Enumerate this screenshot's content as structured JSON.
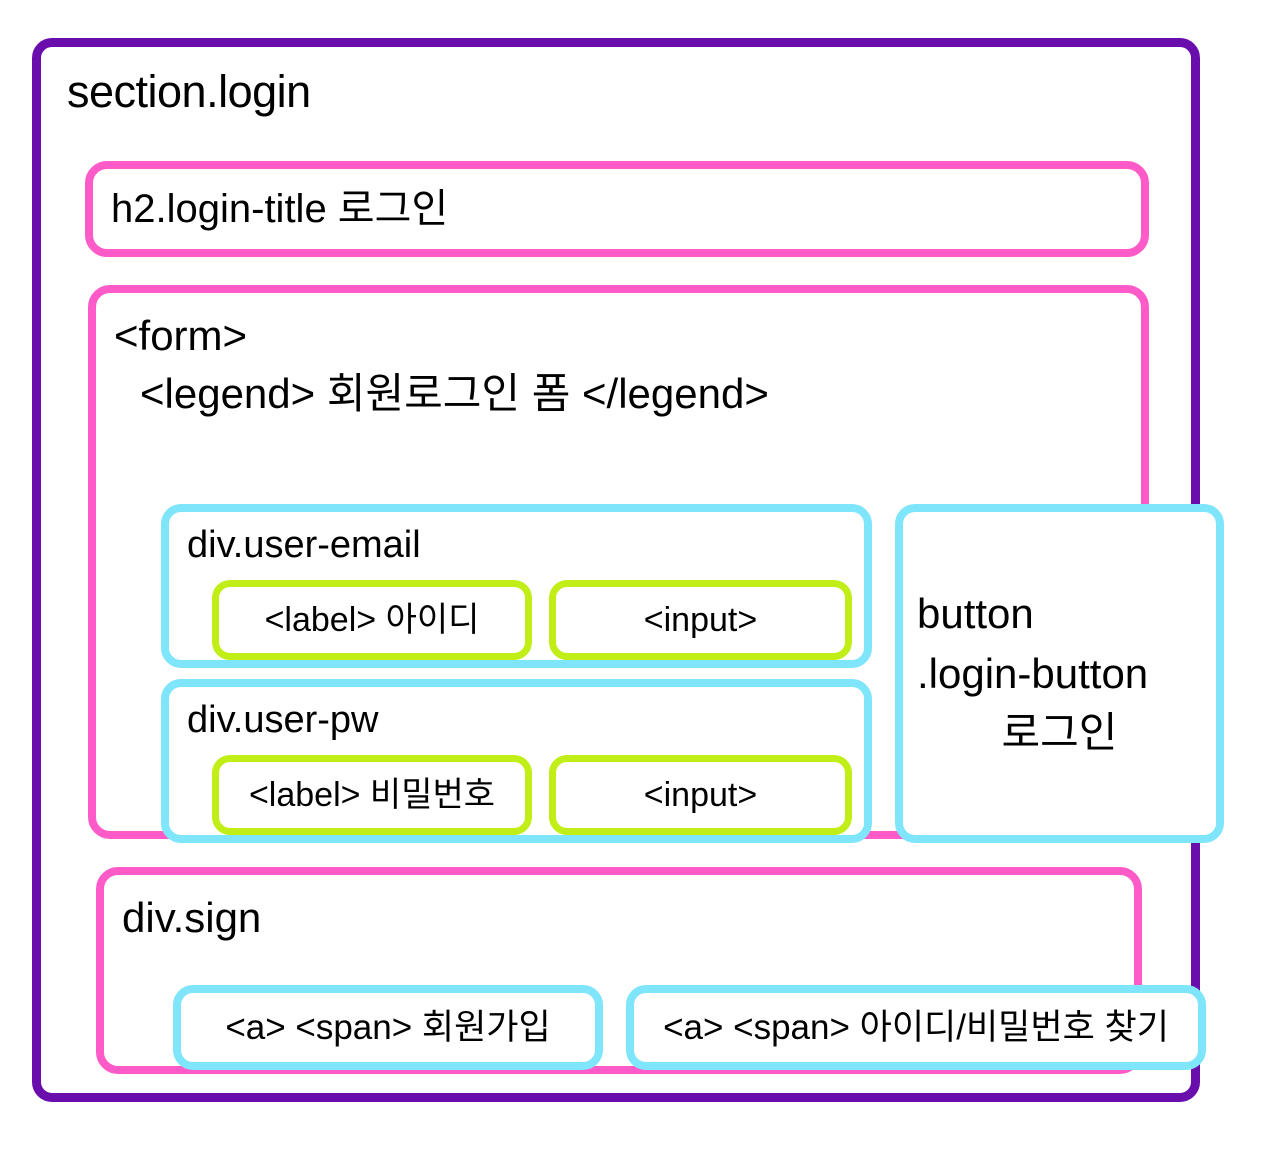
{
  "diagram": {
    "type": "html-structure-wireframe",
    "colors": {
      "section_border": "#6A0DAD",
      "group_border": "#FF5BC8",
      "block_border": "#7FE5FA",
      "field_border": "#C2EE17",
      "background": "#FFFFFF",
      "text": "#000000"
    },
    "section": {
      "label": "section.login",
      "title_box": {
        "label": "h2.login-title 로그인"
      },
      "form_box": {
        "open_tag": "<form>",
        "legend": "<legend> 회원로그인 폼 </legend>",
        "fields": [
          {
            "container_label": "div.user-email",
            "label_slot": "<label> 아이디",
            "input_slot": "<input>"
          },
          {
            "container_label": "div.user-pw",
            "label_slot": "<label> 비밀번호",
            "input_slot": "<input>"
          }
        ],
        "submit": {
          "line1": "button",
          "line2": ".login-button",
          "line3": "로그인"
        }
      },
      "sign_box": {
        "label": "div.sign",
        "links": [
          {
            "text": "<a> <span> 회원가입"
          },
          {
            "text": "<a> <span> 아이디/비밀번호 찾기"
          }
        ]
      }
    }
  }
}
